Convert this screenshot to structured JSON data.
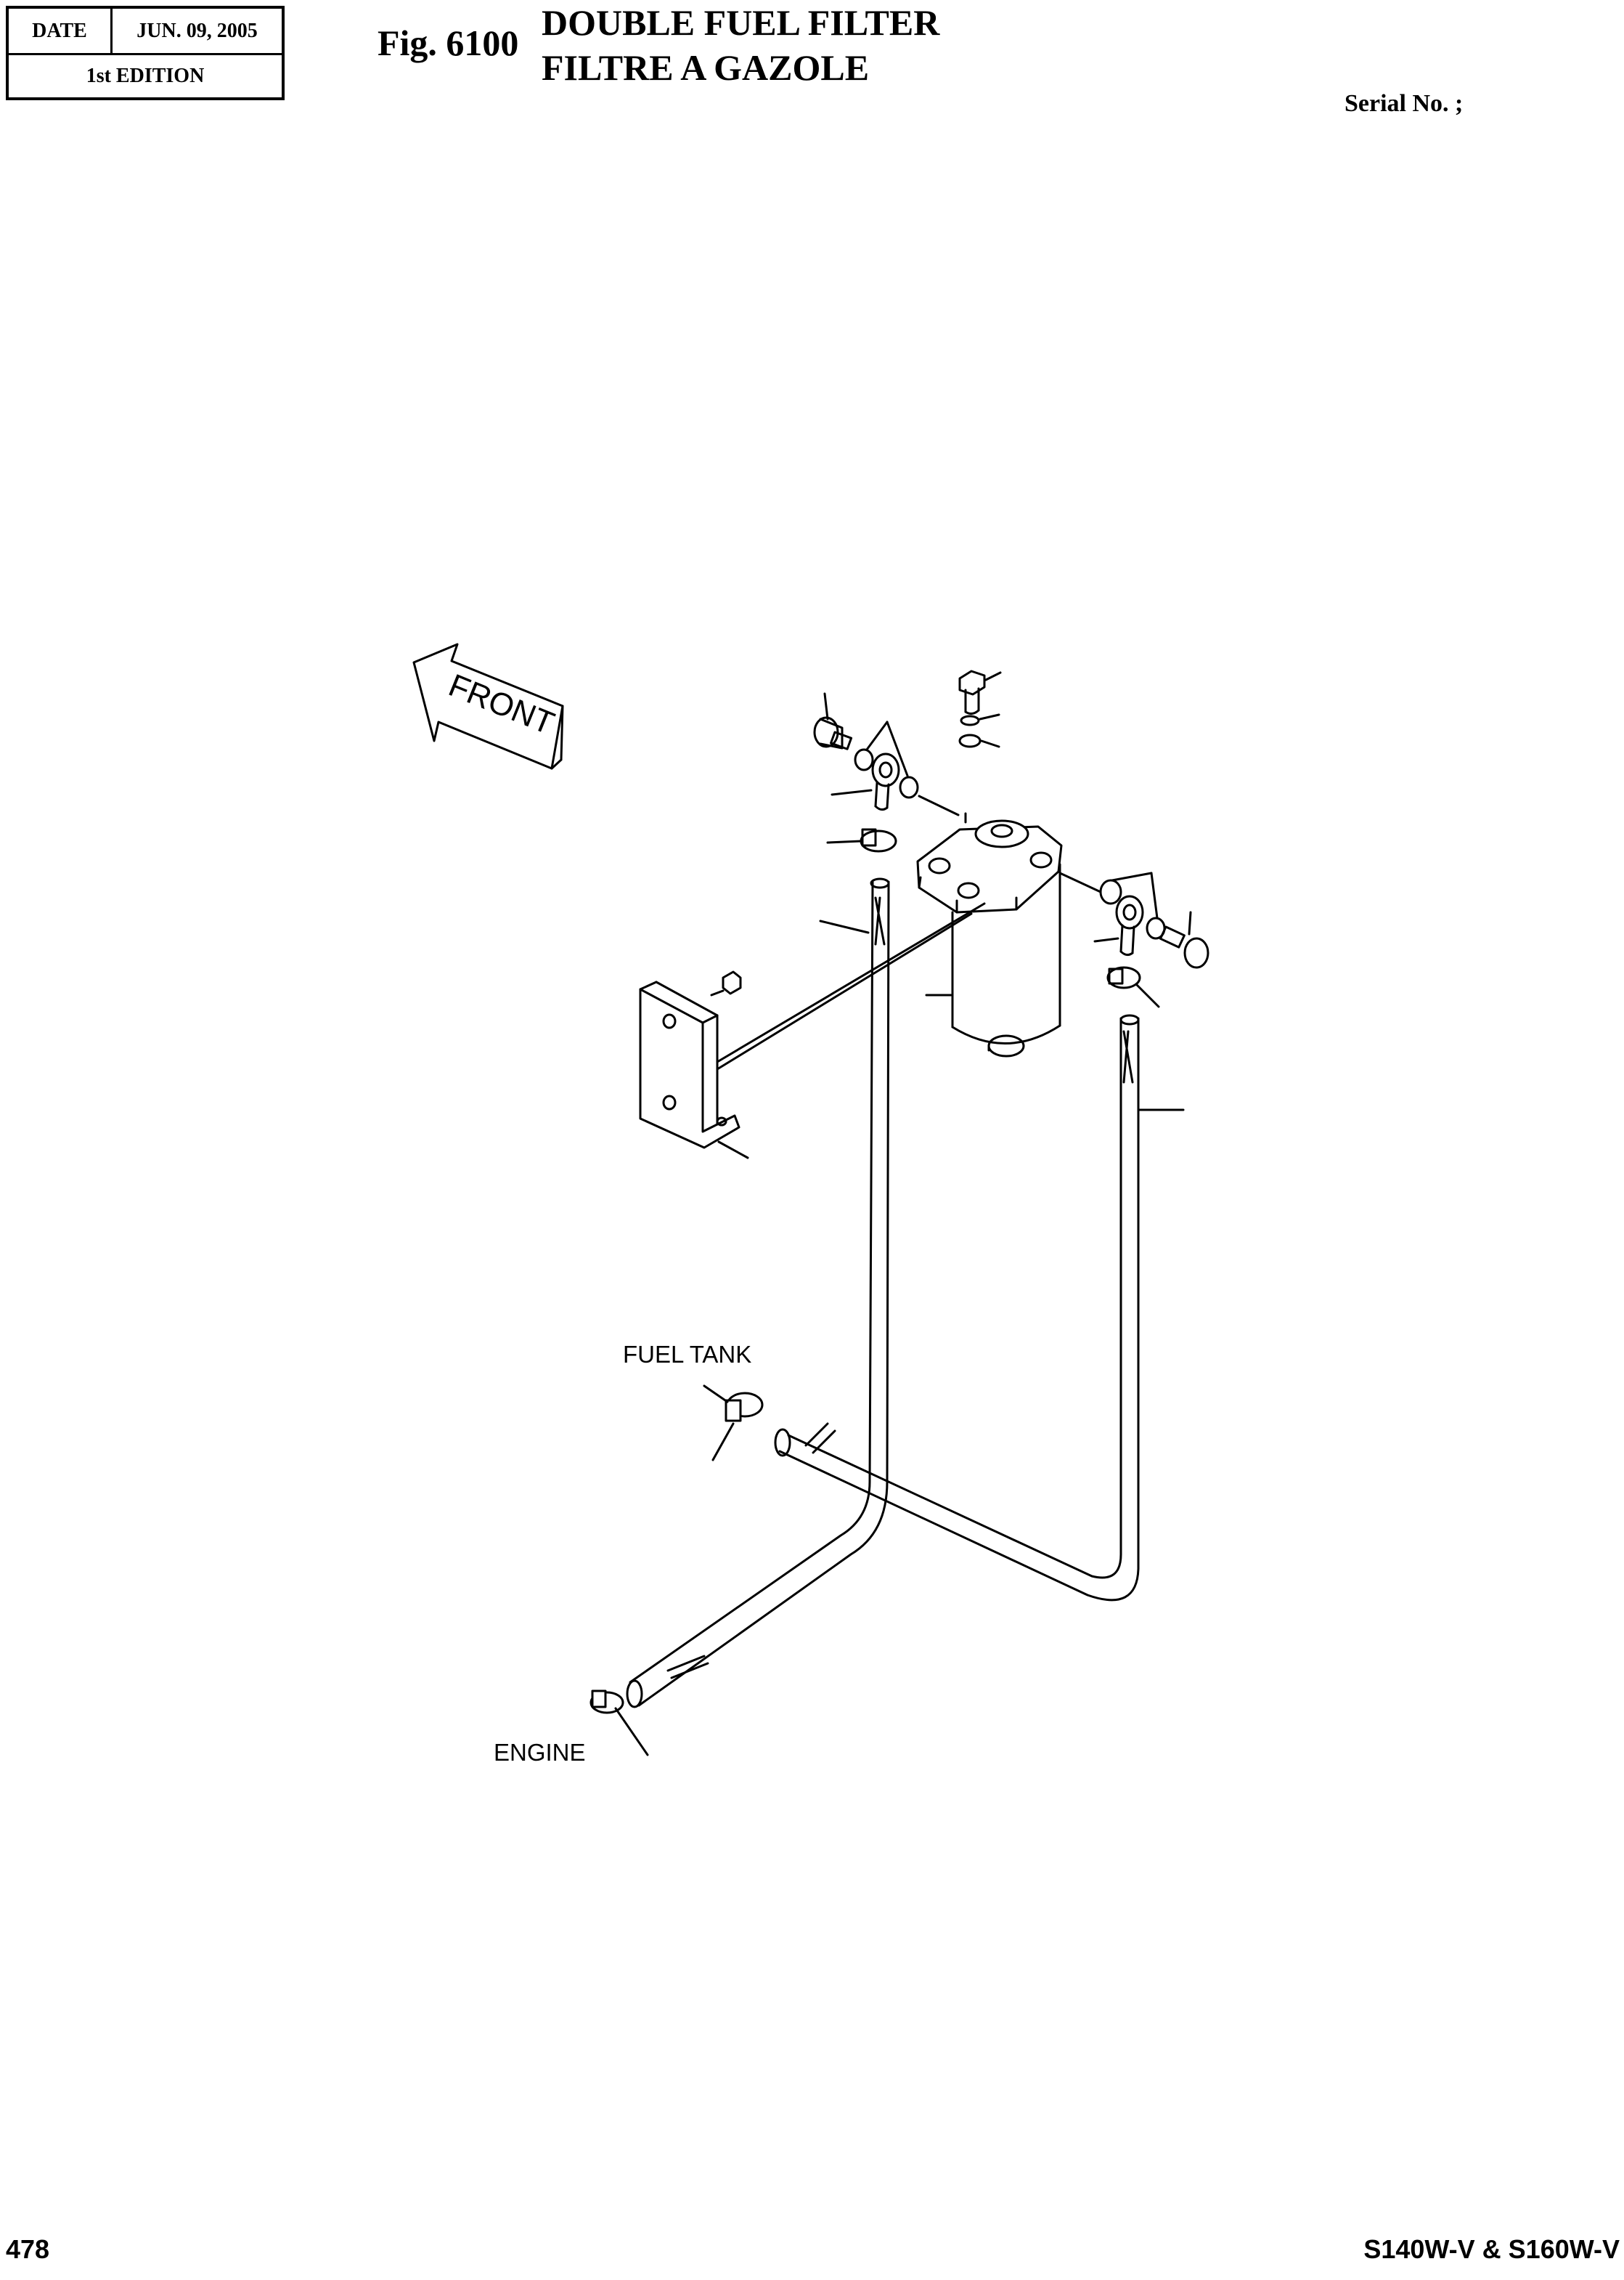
{
  "header": {
    "date_label": "DATE",
    "date_value": "JUN. 09, 2005",
    "edition": "1st EDITION",
    "fig_number": "Fig. 6100",
    "title_en": "DOUBLE FUEL FILTER",
    "title_fr": "FILTRE A GAZOLE",
    "serial": "Serial No. ;"
  },
  "diagram": {
    "front_label": "FRONT",
    "fuel_tank_label": "FUEL TANK",
    "engine_label": "ENGINE"
  },
  "footer": {
    "page_number": "478",
    "model": "S140W-V & S160W-V"
  }
}
